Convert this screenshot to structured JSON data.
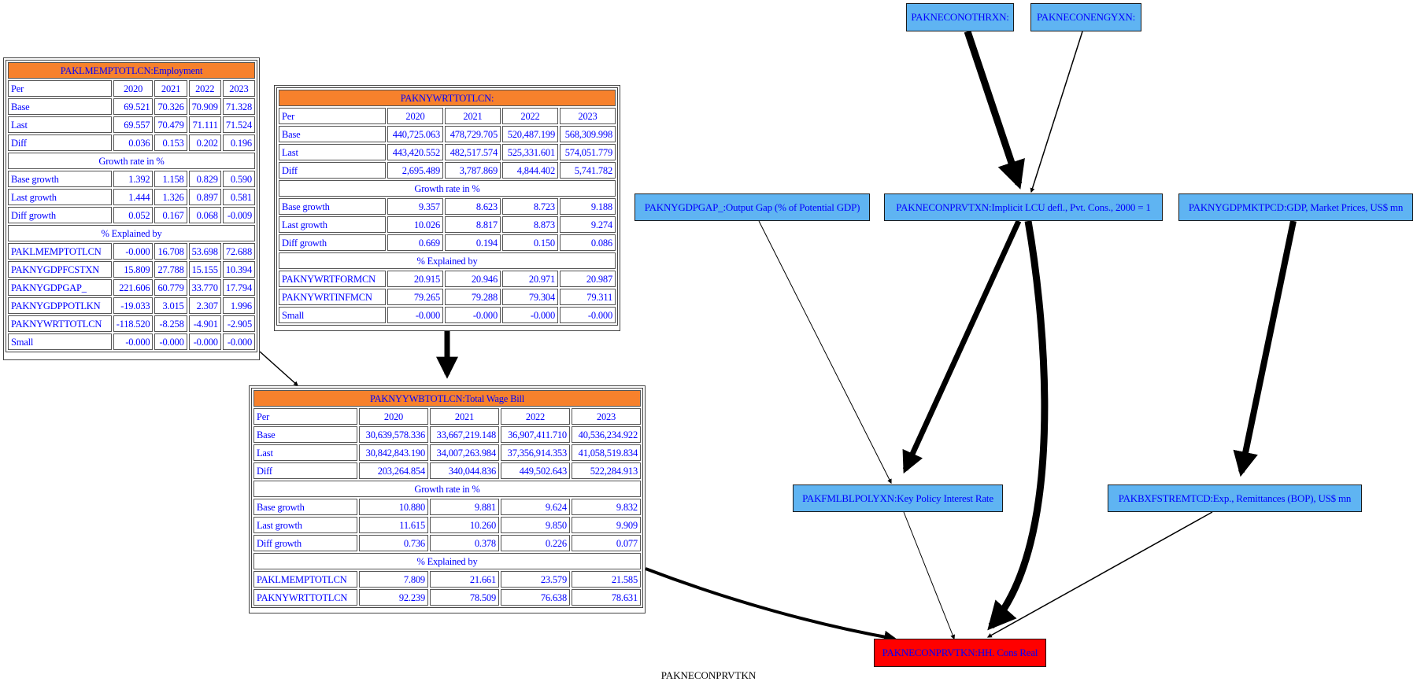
{
  "caption": "PAKNECONPRVTKN",
  "nodes": {
    "othrxn": "PAKNECONOTHRXN:",
    "engyxn": "PAKNECONENGYXN:",
    "gdpgap": "PAKNYGDPGAP_:Output Gap (% of Potential GDP)",
    "prvtxn": "PAKNECONPRVTXN:Implicit LCU defl., Pvt. Cons., 2000 = 1",
    "gdpmktpcd": "PAKNYGDPMKTPCD:GDP, Market Prices, US$ mn",
    "fmlblpoly": "PAKFMLBLPOLYXN:Key Policy Interest Rate",
    "bxfstrem": "PAKBXFSTREMTCD:Exp., Remittances (BOP), US$ mn",
    "prvtkn": "PAKNECONPRVTKN:HH. Cons Real"
  },
  "tables": {
    "employment": {
      "title": "PAKLMEMPTOTLCN:Employment",
      "header": [
        "Per",
        "2020",
        "2021",
        "2022",
        "2023"
      ],
      "rows1": [
        [
          "Base",
          "69.521",
          "70.326",
          "70.909",
          "71.328"
        ],
        [
          "Last",
          "69.557",
          "70.479",
          "71.111",
          "71.524"
        ],
        [
          "Diff",
          "0.036",
          "0.153",
          "0.202",
          "0.196"
        ]
      ],
      "sec_growth": "Growth rate in %",
      "rows2": [
        [
          "Base growth",
          "1.392",
          "1.158",
          "0.829",
          "0.590"
        ],
        [
          "Last growth",
          "1.444",
          "1.326",
          "0.897",
          "0.581"
        ],
        [
          "Diff growth",
          "0.052",
          "0.167",
          "0.068",
          "-0.009"
        ]
      ],
      "sec_explained": "% Explained by",
      "rows3": [
        [
          "PAKLMEMPTOTLCN",
          "-0.000",
          "16.708",
          "53.698",
          "72.688"
        ],
        [
          "PAKNYGDPFCSTXN",
          "15.809",
          "27.788",
          "15.155",
          "10.394"
        ],
        [
          "PAKNYGDPGAP_",
          "221.606",
          "60.779",
          "33.770",
          "17.794"
        ],
        [
          "PAKNYGDPPOTLKN",
          "-19.033",
          "3.015",
          "2.307",
          "1.996"
        ],
        [
          "PAKNYWRTTOTLCN",
          "-118.520",
          "-8.258",
          "-4.901",
          "-2.905"
        ],
        [
          "Small",
          "-0.000",
          "-0.000",
          "-0.000",
          "-0.000"
        ]
      ]
    },
    "wrttot": {
      "title": "PAKNYWRTTOTLCN:",
      "header": [
        "Per",
        "2020",
        "2021",
        "2022",
        "2023"
      ],
      "rows1": [
        [
          "Base",
          "440,725.063",
          "478,729.705",
          "520,487.199",
          "568,309.998"
        ],
        [
          "Last",
          "443,420.552",
          "482,517.574",
          "525,331.601",
          "574,051.779"
        ],
        [
          "Diff",
          "2,695.489",
          "3,787.869",
          "4,844.402",
          "5,741.782"
        ]
      ],
      "sec_growth": "Growth rate in %",
      "rows2": [
        [
          "Base growth",
          "9.357",
          "8.623",
          "8.723",
          "9.188"
        ],
        [
          "Last growth",
          "10.026",
          "8.817",
          "8.873",
          "9.274"
        ],
        [
          "Diff growth",
          "0.669",
          "0.194",
          "0.150",
          "0.086"
        ]
      ],
      "sec_explained": "% Explained by",
      "rows3": [
        [
          "PAKNYWRTFORMCN",
          "20.915",
          "20.946",
          "20.971",
          "20.987"
        ],
        [
          "PAKNYWRTINFMCN",
          "79.265",
          "79.288",
          "79.304",
          "79.311"
        ],
        [
          "Small",
          "-0.000",
          "-0.000",
          "-0.000",
          "-0.000"
        ]
      ]
    },
    "wagebill": {
      "title": "PAKNYYWBTOTLCN:Total Wage Bill",
      "header": [
        "Per",
        "2020",
        "2021",
        "2022",
        "2023"
      ],
      "rows1": [
        [
          "Base",
          "30,639,578.336",
          "33,667,219.148",
          "36,907,411.710",
          "40,536,234.922"
        ],
        [
          "Last",
          "30,842,843.190",
          "34,007,263.984",
          "37,356,914.353",
          "41,058,519.834"
        ],
        [
          "Diff",
          "203,264.854",
          "340,044.836",
          "449,502.643",
          "522,284.913"
        ]
      ],
      "sec_growth": "Growth rate in %",
      "rows2": [
        [
          "Base growth",
          "10.880",
          "9.881",
          "9.624",
          "9.832"
        ],
        [
          "Last growth",
          "11.615",
          "10.260",
          "9.850",
          "9.909"
        ],
        [
          "Diff growth",
          "0.736",
          "0.378",
          "0.226",
          "0.077"
        ]
      ],
      "sec_explained": "% Explained by",
      "rows3": [
        [
          "PAKLMEMPTOTLCN",
          "7.809",
          "21.661",
          "23.579",
          "21.585"
        ],
        [
          "PAKNYWRTTOTLCN",
          "92.239",
          "78.509",
          "76.638",
          "78.631"
        ]
      ]
    }
  }
}
